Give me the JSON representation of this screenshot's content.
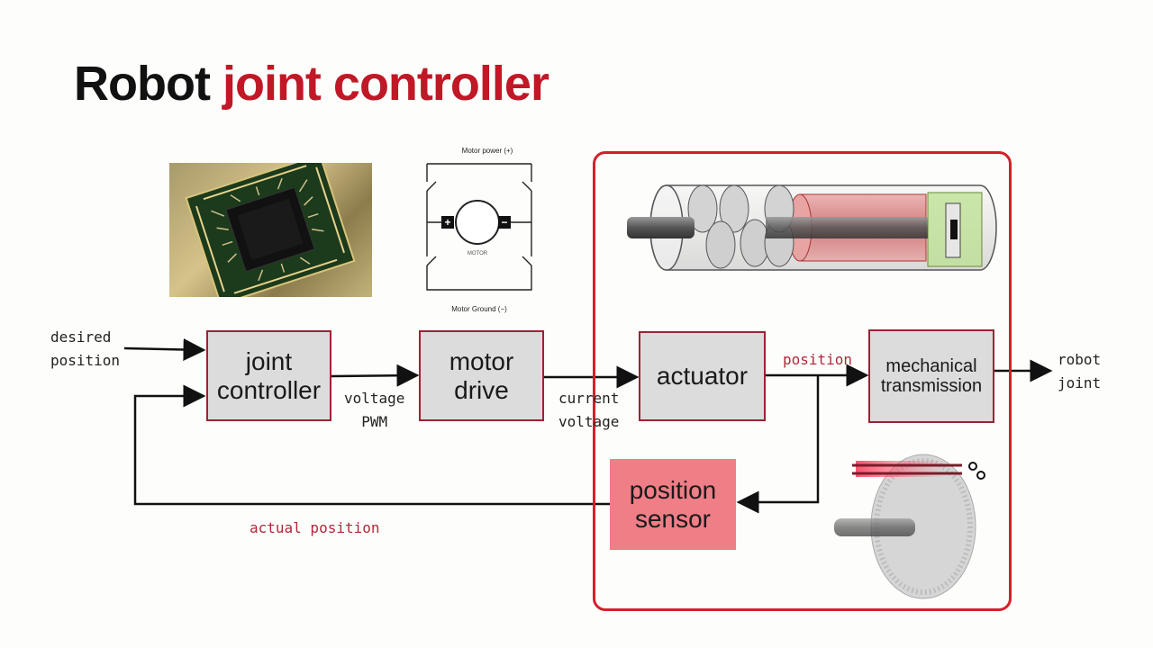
{
  "title": {
    "part1": "Robot ",
    "part2": "joint controller"
  },
  "colors": {
    "accent": "#c01826",
    "box_fill": "#dcdcdc",
    "box_border": "#9c2236",
    "sensor_fill": "#f07e86",
    "frame": "#d4202c"
  },
  "blocks": {
    "joint_controller": "joint\ncontroller",
    "motor_drive": "motor\ndrive",
    "actuator": "actuator",
    "mechanical_transmission": "mechanical\ntransmission",
    "position_sensor": "position\nsensor"
  },
  "labels": {
    "desired_position": "desired\nposition",
    "voltage_pwm": "voltage\nPWM",
    "current_voltage": "current\nvoltage",
    "position": "position",
    "robot_joint": "robot\njoint",
    "actual_position": "actual position"
  },
  "circuit": {
    "motor_power": "Motor power (+)",
    "motor_ground": "Motor Ground (−)",
    "motor_label": "MOTOR",
    "plus": "+",
    "minus": "−"
  },
  "illustrations": [
    "microcontroller-chip-photo",
    "h-bridge-circuit",
    "geared-motor-actuator",
    "rotary-encoder-disc"
  ]
}
